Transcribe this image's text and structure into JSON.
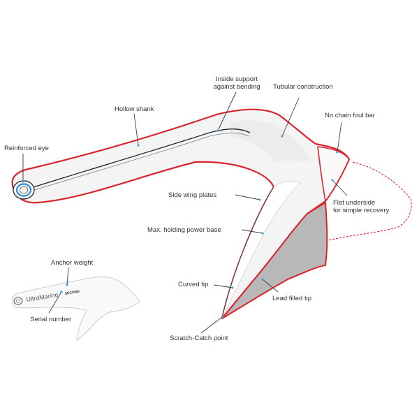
{
  "labels": {
    "reinforced_eye": "Reinforced eye",
    "hollow_shank": "Hollow shank",
    "inside_support_line1": "Inside support",
    "inside_support_line2": "against bending",
    "tubular_construction": "Tubular construction",
    "no_chain_foul_bar": "No chain foul bar",
    "side_wing_plates": "Side wing plates",
    "flat_underside_line1": "Flat underside",
    "flat_underside_line2": "for simple recovery",
    "max_holding_power_base": "Max. holding power base",
    "curved_tip": "Curved tip",
    "lead_filled_tip": "Lead filled tip",
    "scratch_catch_point": "Scratch-Catch point",
    "anchor_weight": "Anchor weight",
    "serial_number": "Serial number"
  },
  "small_anchor": {
    "brand": "UltraMarine",
    "code": "SECOND"
  },
  "colors": {
    "outline_red": "#d9262e",
    "leader_line": "#3a3a3a",
    "leader_dot": "#4aa3df",
    "eye_blue": "#3d8fd6",
    "tip_fill": "#b8b8b8",
    "body_fill": "#f4f4f4"
  }
}
